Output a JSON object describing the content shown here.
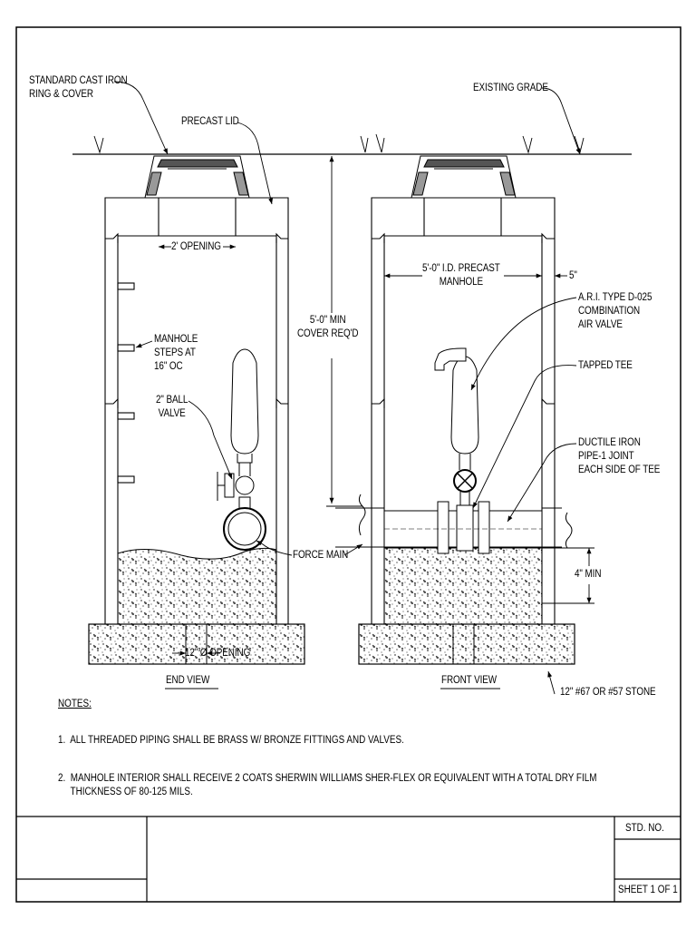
{
  "labels": {
    "ring_cover": "STANDARD CAST IRON\nRING & COVER",
    "precast_lid": "PRECAST LID",
    "existing_grade": "EXISTING GRADE",
    "two_ft_opening": "2' OPENING",
    "id_precast": "5'-0\" I.D. PRECAST\nMANHOLE",
    "five_in": "5\"",
    "min_cover": "5'-0\" MIN\nCOVER REQ'D",
    "ari_valve": "A.R.I. TYPE D-025\nCOMBINATION\nAIR VALVE",
    "manhole_steps": "MANHOLE\nSTEPS AT\n16\" OC",
    "ball_valve": "2\" BALL\nVALVE",
    "tapped_tee": "TAPPED TEE",
    "ductile_iron": "DUCTILE IRON\nPIPE-1 JOINT\nEACH SIDE OF TEE",
    "force_main": "FORCE MAIN",
    "four_min": "4\" MIN",
    "twelve_opening": "12\" Ø OPENING",
    "end_view": "END VIEW",
    "front_view": "FRONT VIEW",
    "stone": "12\" #67 OR #57 STONE"
  },
  "notes": {
    "heading": "NOTES:",
    "items": [
      "1.  ALL THREADED PIPING SHALL BE BRASS W/ BRONZE FITTINGS AND VALVES.",
      "2.  MANHOLE INTERIOR SHALL RECEIVE 2 COATS SHERWIN WILLIAMS SHER-FLEX OR EQUIVALENT WITH A TOTAL DRY FILM\n     THICKNESS OF 80-125 MILS."
    ]
  },
  "title_block": {
    "std_no": "STD. NO.",
    "sheet": "SHEET 1 OF 1"
  }
}
